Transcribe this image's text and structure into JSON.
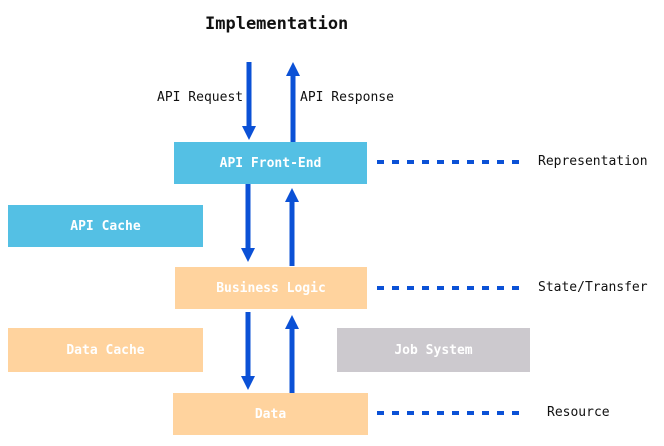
{
  "diagram": {
    "title": "Implementation",
    "flow": {
      "request_label": "API Request",
      "response_label": "API Response"
    },
    "boxes": {
      "api_front_end": {
        "label": "API Front-End"
      },
      "api_cache": {
        "label": "API Cache"
      },
      "business_logic": {
        "label": "Business Logic"
      },
      "data_cache": {
        "label": "Data Cache"
      },
      "job_system": {
        "label": "Job System"
      },
      "data": {
        "label": "Data"
      }
    },
    "layers": {
      "representation": "Representation",
      "state_transfer": "State/Transfer",
      "resource": "Resource"
    },
    "colors": {
      "box_blue": "#54C0E4",
      "box_orange": "#FFD39E",
      "box_gray": "#CCC9CE",
      "arrow_blue": "#0B51D6",
      "box_text": "#FFFFFF",
      "text": "#111111"
    }
  }
}
